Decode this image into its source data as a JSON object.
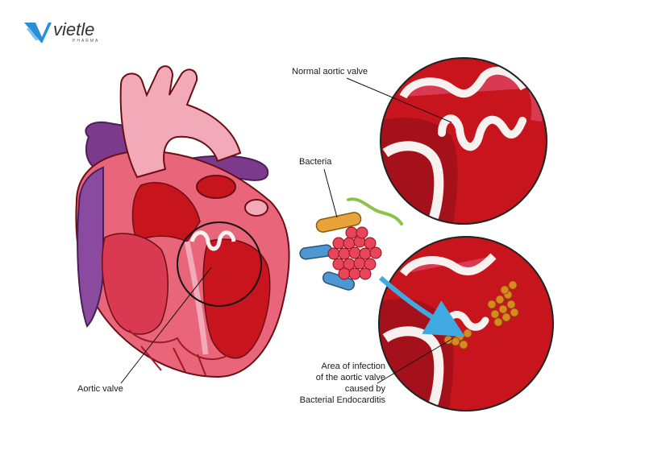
{
  "logo": {
    "brand": "vietle",
    "tagline": "PHARMA",
    "accent_color": "#2a8fd6"
  },
  "labels": {
    "normal_valve": "Normal aortic valve",
    "bacteria": "Bacteria",
    "aortic_valve": "Aortic valve",
    "infection_line1": "Area of infection",
    "infection_line2": "of the aortic valve",
    "infection_line3": "caused by",
    "infection_line4": "Bacterial Endocarditis"
  },
  "colors": {
    "blood_red": "#c8141c",
    "deep_red": "#8e0f14",
    "heart_pink": "#e8657a",
    "aorta_pink": "#f2a9b8",
    "vein_purple": "#7b3a8c",
    "valve_white": "#f7f2ef",
    "infection_orange": "#d88a1e",
    "arrow_blue": "#3fa9e0"
  }
}
